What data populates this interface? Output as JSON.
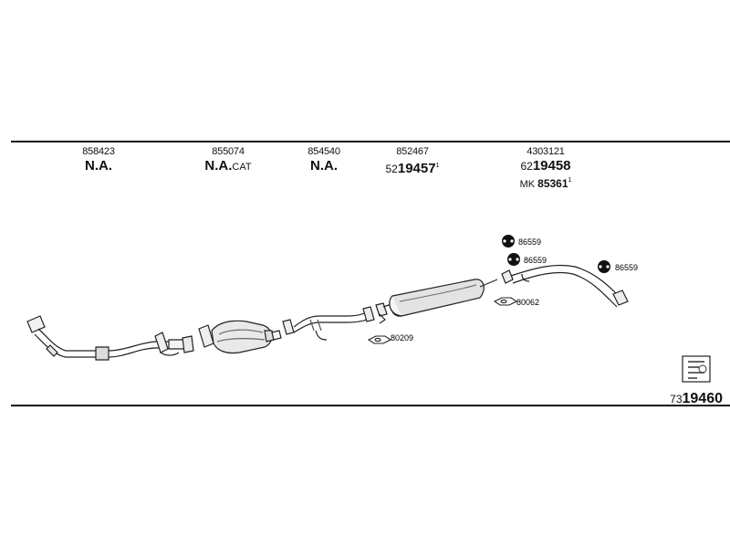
{
  "parts": [
    {
      "number": "858423",
      "code": "N.A.",
      "suffix": ""
    },
    {
      "number": "855074",
      "code": "N.A.",
      "suffix": "CAT"
    },
    {
      "number": "854540",
      "code": "N.A.",
      "suffix": ""
    },
    {
      "number": "852467",
      "prefix": "52",
      "code": "19457",
      "sup": "1"
    },
    {
      "number": "4303121",
      "prefix": "62",
      "code": "19458",
      "mk_prefix": "MK",
      "mk_code": "85361",
      "mk_sup": "1"
    }
  ],
  "fitting_labels": {
    "clamp_1": "86559",
    "clamp_2": "86559",
    "clamp_3": "86559",
    "gasket_1": "80209",
    "gasket_2": "80062"
  },
  "reference": {
    "prefix": "73",
    "code": "19460"
  }
}
